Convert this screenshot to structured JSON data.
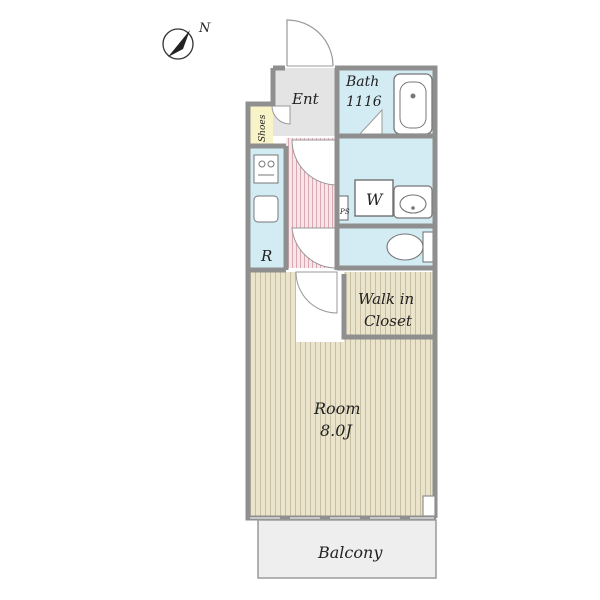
{
  "compass": {
    "label": "N",
    "icon": "compass-north-arrow-icon"
  },
  "rooms": {
    "entrance": "Ent",
    "bath_name": "Bath",
    "bath_size": "1116",
    "shoes": "Shoes",
    "washer": "W",
    "pipe_space": "PS",
    "refrigerator": "R",
    "walk_in_line1": "Walk in",
    "walk_in_line2": "Closet",
    "room_name": "Room",
    "room_size": "8.0J",
    "balcony": "Balcony"
  },
  "colors": {
    "wall": "#8f8f8f",
    "bath_fill": "#d3ecf3",
    "hall_fill": "#f6e3e7",
    "closet_fill": "#fbf8d8",
    "floor_fill": "#e7e0c6",
    "entrance_fill": "#e4e4e4",
    "balcony_fill": "#eeeeee"
  }
}
